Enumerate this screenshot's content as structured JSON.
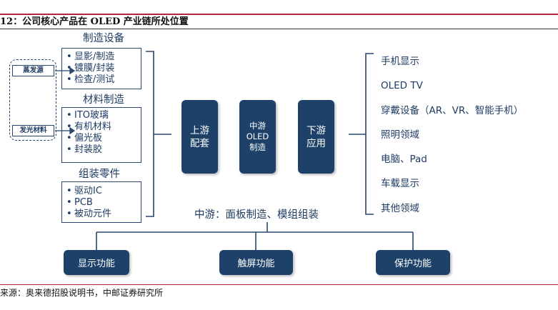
{
  "caption": "12：公司核心产品在 OLED 产业链所处位置",
  "source": "来源：奥来德招股说明书，中邮证券研究所",
  "upstream": {
    "groups": [
      {
        "title": "制造设备",
        "items": [
          "显影/制造",
          "镀膜/封装",
          "检查/测试"
        ]
      },
      {
        "title": "材料制造",
        "items": [
          "ITO玻璃",
          "有机材料",
          "偏光板",
          "封装胶"
        ]
      },
      {
        "title": "组装零件",
        "items": [
          "驱动IC",
          "PCB",
          "被动元件"
        ]
      }
    ],
    "company_products": [
      "蒸发源",
      "发光材料"
    ]
  },
  "stages": {
    "upstream": [
      "上游",
      "配套"
    ],
    "midstream": [
      "中游",
      "OLED",
      "制造"
    ],
    "downstream": [
      "下游",
      "应用"
    ]
  },
  "applications": [
    "手机显示",
    "OLED TV",
    "穿戴设备（AR、VR、智能手机）",
    "照明领域",
    "电脑、Pad",
    "车载显示",
    "其他领域"
  ],
  "midstream_process": "中游：面板制造、模组组装",
  "functions": [
    "显示功能",
    "触屏功能",
    "保护功能"
  ]
}
